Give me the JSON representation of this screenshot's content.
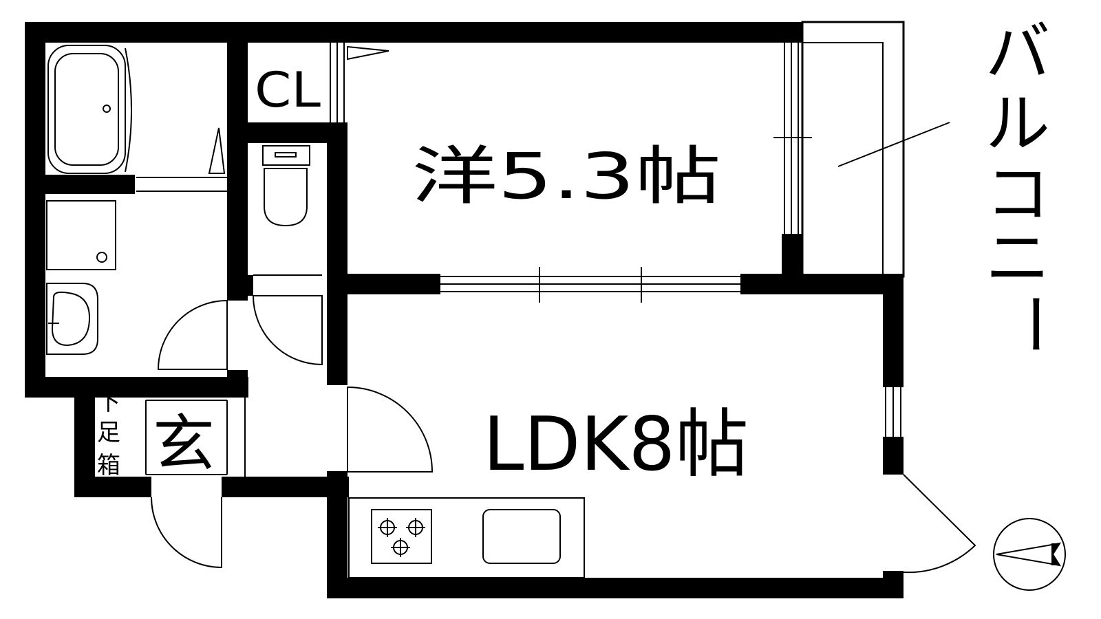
{
  "rooms": {
    "western_room": "洋5.3帖",
    "ldk": "LDK8帖",
    "closet": "CL",
    "entrance": "玄",
    "shoe_box": [
      "下",
      "足",
      "箱"
    ]
  },
  "balcony": [
    "バ",
    "ル",
    "コ",
    "ニ",
    "ー"
  ],
  "colors": {
    "wall": "#000000",
    "background": "#ffffff"
  },
  "icons": {
    "compass": "north-arrow-icon",
    "stove": "three-burner-stove-icon",
    "sink": "kitchen-sink-icon",
    "bathtub": "bathtub-icon",
    "toilet": "toilet-icon",
    "washbasin": "washbasin-icon",
    "washer": "washing-machine-pan-icon"
  }
}
